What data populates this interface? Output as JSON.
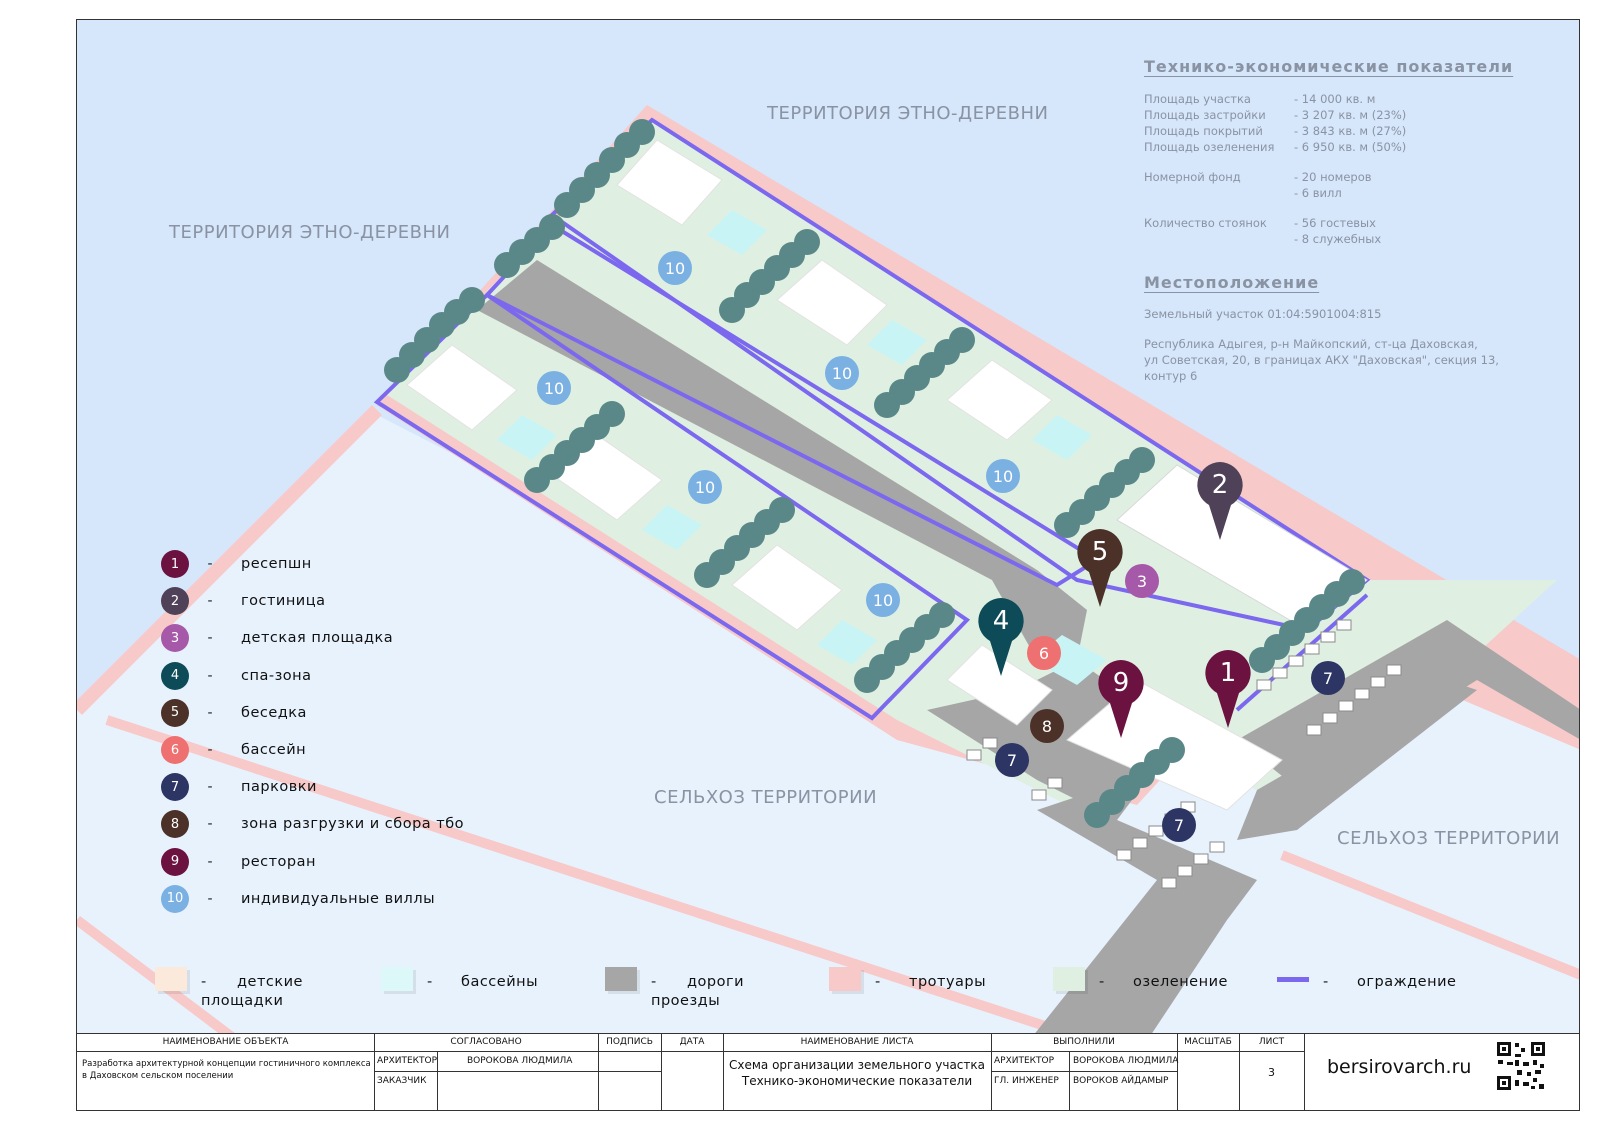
{
  "territories": {
    "ethno_top": "ТЕРРИТОРИЯ ЭТНО-ДЕРЕВНИ",
    "ethno_left": "ТЕРРИТОРИЯ ЭТНО-ДЕРЕВНИ",
    "agri_center": "СЕЛЬХОЗ ТЕРРИТОРИИ",
    "agri_right": "СЕЛЬХОЗ ТЕРРИТОРИИ"
  },
  "indicators": {
    "title": "Технико-экономические показатели",
    "rows": [
      {
        "label": "Площадь участка",
        "value": "- 14 000 кв. м"
      },
      {
        "label": "Площадь застройки",
        "value": "- 3 207 кв. м (23%)"
      },
      {
        "label": "Площадь покрытий",
        "value": "- 3 843 кв. м (27%)"
      },
      {
        "label": "Площадь озеленения",
        "value": "- 6 950 кв. м (50%)"
      },
      {
        "label": "Номерной фонд",
        "value": "- 20 номеров"
      },
      {
        "label": "",
        "value": "- 6 вилл"
      },
      {
        "label": "Количество стоянок",
        "value": "- 56 гостевых"
      },
      {
        "label": "",
        "value": "- 8 служебных"
      }
    ]
  },
  "location": {
    "title": "Местоположение",
    "parcel": "Земельный участок 01:04:5901004:815",
    "address_1": "Республика Адыгея, р-н Майкопский, ст-ца Даховская,",
    "address_2": "ул Советская, 20, в границах АКХ \"Даховская\", секция 13,",
    "address_3": "контур 6"
  },
  "legend": [
    {
      "num": "1",
      "dash": "-",
      "label": "ресепшн",
      "color": "#6b1240"
    },
    {
      "num": "2",
      "dash": "-",
      "label": "гостиница",
      "color": "#4e4158"
    },
    {
      "num": "3",
      "dash": "-",
      "label": "детская площадка",
      "color": "#a659a8"
    },
    {
      "num": "4",
      "dash": "-",
      "label": "спа-зона",
      "color": "#0d4b58"
    },
    {
      "num": "5",
      "dash": "-",
      "label": "беседка",
      "color": "#4b3128"
    },
    {
      "num": "6",
      "dash": "-",
      "label": "бассейн",
      "color": "#ef7070"
    },
    {
      "num": "7",
      "dash": "-",
      "label": "парковки",
      "color": "#2d3565"
    },
    {
      "num": "8",
      "dash": "-",
      "label": "зона разгрузки и сбора тбо",
      "color": "#4b3128"
    },
    {
      "num": "9",
      "dash": "-",
      "label": "ресторан",
      "color": "#6b1240"
    },
    {
      "num": "10",
      "dash": "-",
      "label": "индивидуальные виллы",
      "color": "#7ab0e2"
    }
  ],
  "map_markers": {
    "villa_label": "10",
    "reception": "1",
    "hotel": "2",
    "playground": "3",
    "spa": "4",
    "gazebo": "5",
    "pool": "6",
    "parking": "7",
    "unloading": "8",
    "restaurant": "9"
  },
  "bottom_legend": [
    {
      "dash": "-",
      "label_1": "детские",
      "label_2": "площадки",
      "color": "#fbeadb"
    },
    {
      "dash": "-",
      "label_1": "бассейны",
      "label_2": "",
      "color": "#dcf8f8"
    },
    {
      "dash": "-",
      "label_1": "дороги",
      "label_2": "проезды",
      "color": "#a6a6a6"
    },
    {
      "dash": "-",
      "label_1": "тротуары",
      "label_2": "",
      "color": "#f7c9c9"
    },
    {
      "dash": "-",
      "label_1": "озеленение",
      "label_2": "",
      "color": "#dff0e2"
    },
    {
      "dash": "-",
      "label_1": "ограждение",
      "label_2": "",
      "color": "#7b68ee"
    }
  ],
  "title_block": {
    "object_header": "НАИМЕНОВАНИЕ ОБЪЕКТА",
    "object_text_1": "Разработка архитектурной концепции гостиничного комплекса",
    "object_text_2": "в Даховском сельском поселении",
    "agreed_header": "СОГЛАСОВАНО",
    "architect_role": "АРХИТЕКТОР",
    "architect_name": "ВОРОКОВА ЛЮДМИЛА",
    "customer_role": "ЗАКАЗЧИК",
    "signature_header": "ПОДПИСЬ",
    "date_header": "ДАТА",
    "sheet_name_header": "НАИМЕНОВАНИЕ ЛИСТА",
    "sheet_name_1": "Схема организации земельного участка",
    "sheet_name_2": "Технико-экономические показатели",
    "done_header": "ВЫПОЛНИЛИ",
    "done_role_1": "АРХИТЕКТОР",
    "done_name_1": "ВОРОКОВА ЛЮДМИЛА",
    "done_role_2": "ГЛ. ИНЖЕНЕР",
    "done_name_2": "ВОРОКОВ АЙДАМЫР",
    "scale_header": "МАСШТАБ",
    "sheet_header": "ЛИСТ",
    "sheet_number": "3",
    "website": "bersirovarch.ru"
  },
  "colors": {
    "water": "#d6e6fb",
    "agri": "#e8f2fd",
    "sidewalk": "#f7c9c9",
    "green": "#dff0e2",
    "road": "#a6a6a6",
    "fence": "#7b68ee",
    "tree": "#5a8888"
  }
}
